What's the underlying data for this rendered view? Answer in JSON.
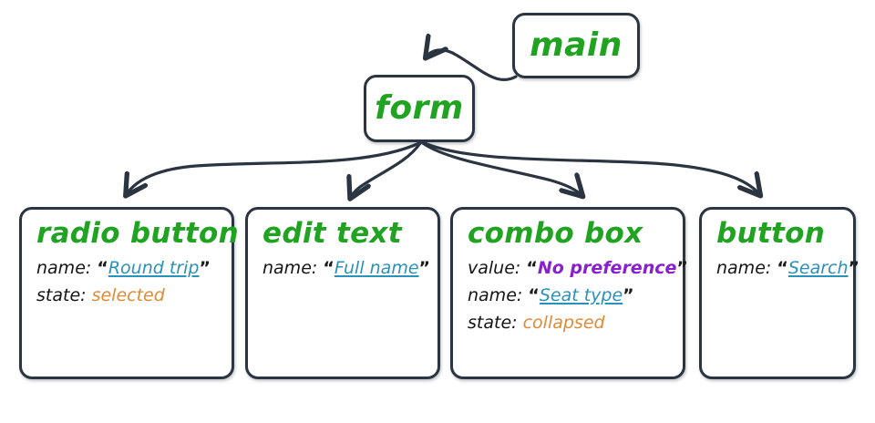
{
  "diagram": {
    "title": "accessibility-tree-node-diagram",
    "colors": {
      "node_border": "#2a3541",
      "node_fill": "#ffffff",
      "title_green": "#1FA321",
      "name_teal": "#2A91B8",
      "value_purple": "#8A1FD0",
      "state_orange": "#E08A36",
      "label_black": "#141414",
      "edge": "#2a3541"
    },
    "root": {
      "label": "main"
    },
    "branch": {
      "label": "form"
    },
    "quote_open": "“",
    "quote_close": "”",
    "nodes": [
      {
        "id": "radio-button",
        "title": "radio button",
        "props": [
          {
            "key": "name:",
            "value": "Round trip",
            "kind": "name"
          },
          {
            "key": "state:",
            "value": "selected",
            "kind": "state"
          }
        ]
      },
      {
        "id": "edit-text",
        "title": "edit text",
        "props": [
          {
            "key": "name:",
            "value": "Full name",
            "kind": "name"
          }
        ]
      },
      {
        "id": "combo-box",
        "title": "combo box",
        "props": [
          {
            "key": "value:",
            "value": "No preference",
            "kind": "value"
          },
          {
            "key": "name:",
            "value": "Seat type",
            "kind": "name"
          },
          {
            "key": "state:",
            "value": "collapsed",
            "kind": "state"
          }
        ]
      },
      {
        "id": "button",
        "title": "button",
        "props": [
          {
            "key": "name:",
            "value": "Search",
            "kind": "name"
          }
        ]
      }
    ],
    "edges": [
      {
        "from": "main",
        "to": "form"
      },
      {
        "from": "form",
        "to": "radio-button"
      },
      {
        "from": "form",
        "to": "edit-text"
      },
      {
        "from": "form",
        "to": "combo-box"
      },
      {
        "from": "form",
        "to": "button"
      }
    ]
  }
}
